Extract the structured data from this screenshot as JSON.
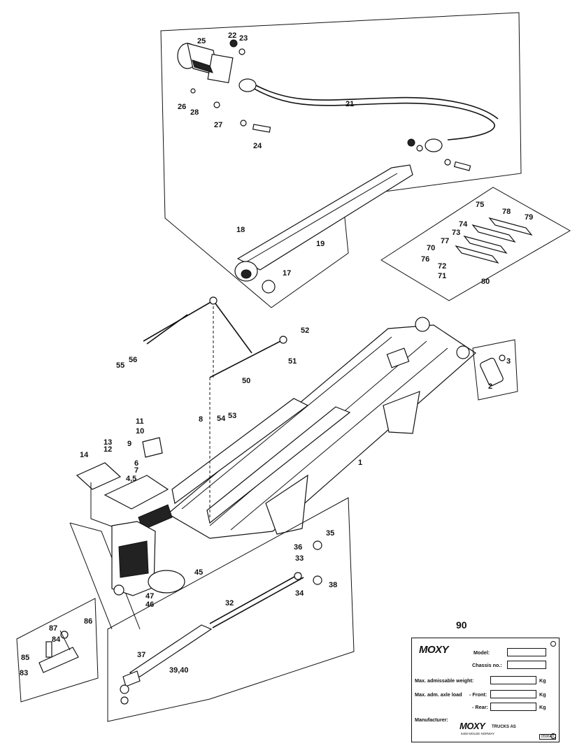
{
  "figure_number": "90",
  "callouts": [
    "1",
    "2",
    "3",
    "4,5",
    "6",
    "7",
    "8",
    "9",
    "10",
    "11",
    "12",
    "13",
    "14",
    "17",
    "18",
    "19",
    "21",
    "22",
    "23",
    "24",
    "25",
    "26",
    "27",
    "28",
    "32",
    "33",
    "34",
    "35",
    "36",
    "37",
    "38",
    "39,40",
    "45",
    "46",
    "47",
    "50",
    "51",
    "52",
    "53",
    "54",
    "55",
    "56",
    "70",
    "71",
    "72",
    "73",
    "74",
    "75",
    "76",
    "77",
    "78",
    "79",
    "80",
    "83",
    "84",
    "85",
    "86",
    "87"
  ],
  "plate": {
    "brand": "MOXY",
    "model_label": "Model:",
    "chassis_label": "Chassis no.:",
    "max_weight_label": "Max. admissable weight:",
    "axle_label": "Max. adm. axle load",
    "front_label": "- Front:",
    "rear_label": "- Rear:",
    "unit": "Kg",
    "manufacturer_label": "Manufacturer:",
    "manufacturer_brand": "MOXY",
    "manufacturer_suffix": "TRUCKS AS",
    "address": "6400 MOLDE NORWAY",
    "ref": "059640"
  }
}
